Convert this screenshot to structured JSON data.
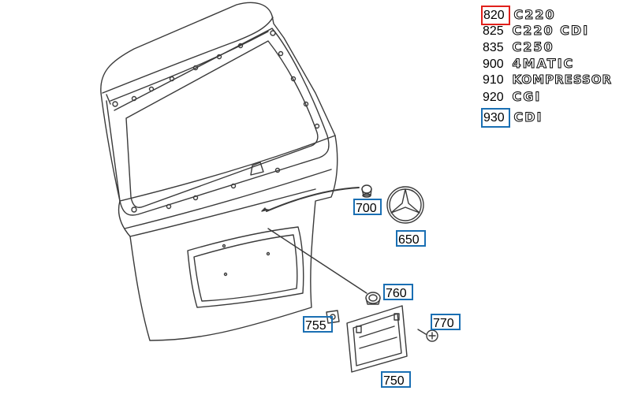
{
  "diagram": {
    "callouts": [
      {
        "id": "700",
        "label": "700"
      },
      {
        "id": "650",
        "label": "650"
      },
      {
        "id": "760",
        "label": "760"
      },
      {
        "id": "755",
        "label": "755"
      },
      {
        "id": "770",
        "label": "770"
      },
      {
        "id": "750",
        "label": "750"
      }
    ],
    "variants": [
      {
        "code": "820",
        "badge": "C220",
        "selected": true
      },
      {
        "code": "825",
        "badge": "C220 CDI"
      },
      {
        "code": "835",
        "badge": "C250"
      },
      {
        "code": "900",
        "badge": "4MATIC"
      },
      {
        "code": "910",
        "badge": "KOMPRESSOR"
      },
      {
        "code": "920",
        "badge": "CGI"
      },
      {
        "code": "930",
        "badge": "CDI",
        "boxed": true
      }
    ],
    "colors": {
      "line": "#3a3a3a",
      "callout_border": "#1a6fb3",
      "selected_border": "#e0201b"
    }
  }
}
